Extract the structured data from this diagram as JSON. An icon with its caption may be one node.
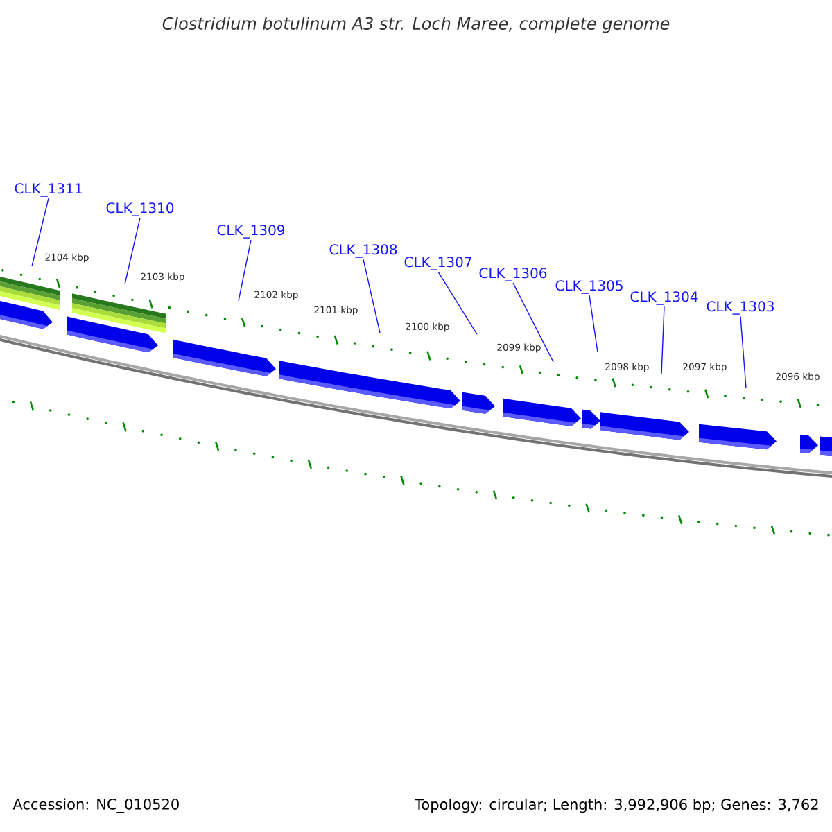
{
  "diagram": {
    "title": "*Clostridium botulinum* A3 str. Loch Maree, complete genome",
    "nodes": [
      {
        "text": [
          "CLK_1311"
        ]
      },
      {
        "text": [
          "CLK_1310"
        ]
      },
      {
        "text": [
          "CLK_1309"
        ]
      },
      {
        "text": [
          "CLK_1308"
        ]
      },
      {
        "text": [
          "CLK_1307"
        ]
      },
      {
        "text": [
          "CLK_1306"
        ]
      },
      {
        "text": [
          "CLK_1305"
        ]
      },
      {
        "text": [
          "CLK_1304"
        ]
      },
      {
        "text": [
          "CLK_1303"
        ]
      }
    ],
    "edges": [
      {
        "from": 0,
        "to": null,
        "arrow": "none"
      },
      {
        "from": 1,
        "to": null,
        "arrow": "none"
      },
      {
        "from": 2,
        "to": null,
        "arrow": "none"
      },
      {
        "from": 3,
        "to": null,
        "arrow": "none"
      },
      {
        "from": 4,
        "to": null,
        "arrow": "none"
      },
      {
        "from": 5,
        "to": null,
        "arrow": "none"
      },
      {
        "from": 6,
        "to": null,
        "arrow": "none"
      },
      {
        "from": 7,
        "to": null,
        "arrow": "none"
      },
      {
        "from": 8,
        "to": null,
        "arrow": "none"
      }
    ],
    "labels": [
      "2104 kbp",
      "2103 kbp",
      "2102 kbp",
      "2101 kbp",
      "2100 kbp",
      "2099 kbp",
      "2098 kbp",
      "2097 kbp",
      "2096 kbp",
      "Accession: NC_010520",
      "Topology: circular; Length: 3,992,906 bp; Genes: 3,762"
    ]
  }
}
